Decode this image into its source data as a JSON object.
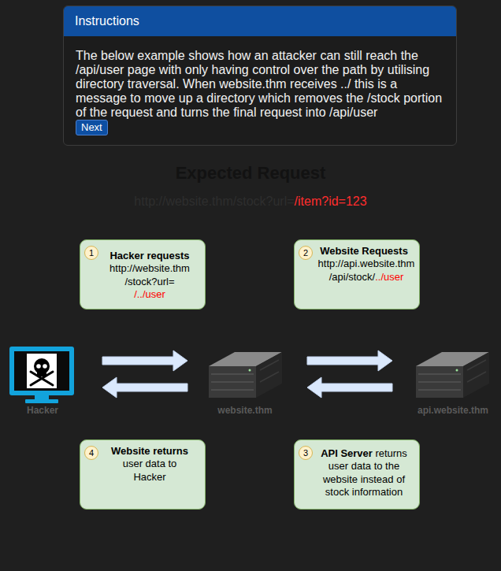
{
  "diagram": {
    "title": "Expected Request",
    "nodes": [
      {
        "text": [
          "Instructions",
          "The below example shows how an attacker can still reach the /api/user page with only having control over the path by utilising directory traversal. When website.thm receives ../ this is a message to move up a directory which removes the /stock portion of the request and turns the final request into /api/user"
        ]
      },
      {
        "text": [
          "Next"
        ],
        "in": 0
      },
      {
        "text": [
          "1",
          "Hacker requests",
          "http://website.thm /stock?url=",
          "/../user"
        ]
      },
      {
        "text": [
          "2",
          "Website Requests",
          "http://api.website.thm /api/stock/",
          "../user"
        ]
      },
      {
        "text": [
          "Hacker"
        ]
      },
      {
        "text": [
          "website.thm"
        ]
      },
      {
        "text": [
          "api.website.thm"
        ]
      },
      {
        "text": [
          "3",
          "API Server",
          "returns user data to the website instead of stock information"
        ]
      },
      {
        "text": [
          "4",
          "Website returns",
          "user data to Hacker"
        ]
      }
    ],
    "edges": [
      {
        "from": 4,
        "to": 5,
        "arrow": "to"
      },
      {
        "from": 5,
        "to": 4,
        "arrow": "to"
      },
      {
        "from": 5,
        "to": 6,
        "arrow": "to"
      },
      {
        "from": 6,
        "to": 5,
        "arrow": "to"
      }
    ],
    "labels": [
      "http://website.thm/stock?url=",
      "/item?id=123"
    ]
  }
}
